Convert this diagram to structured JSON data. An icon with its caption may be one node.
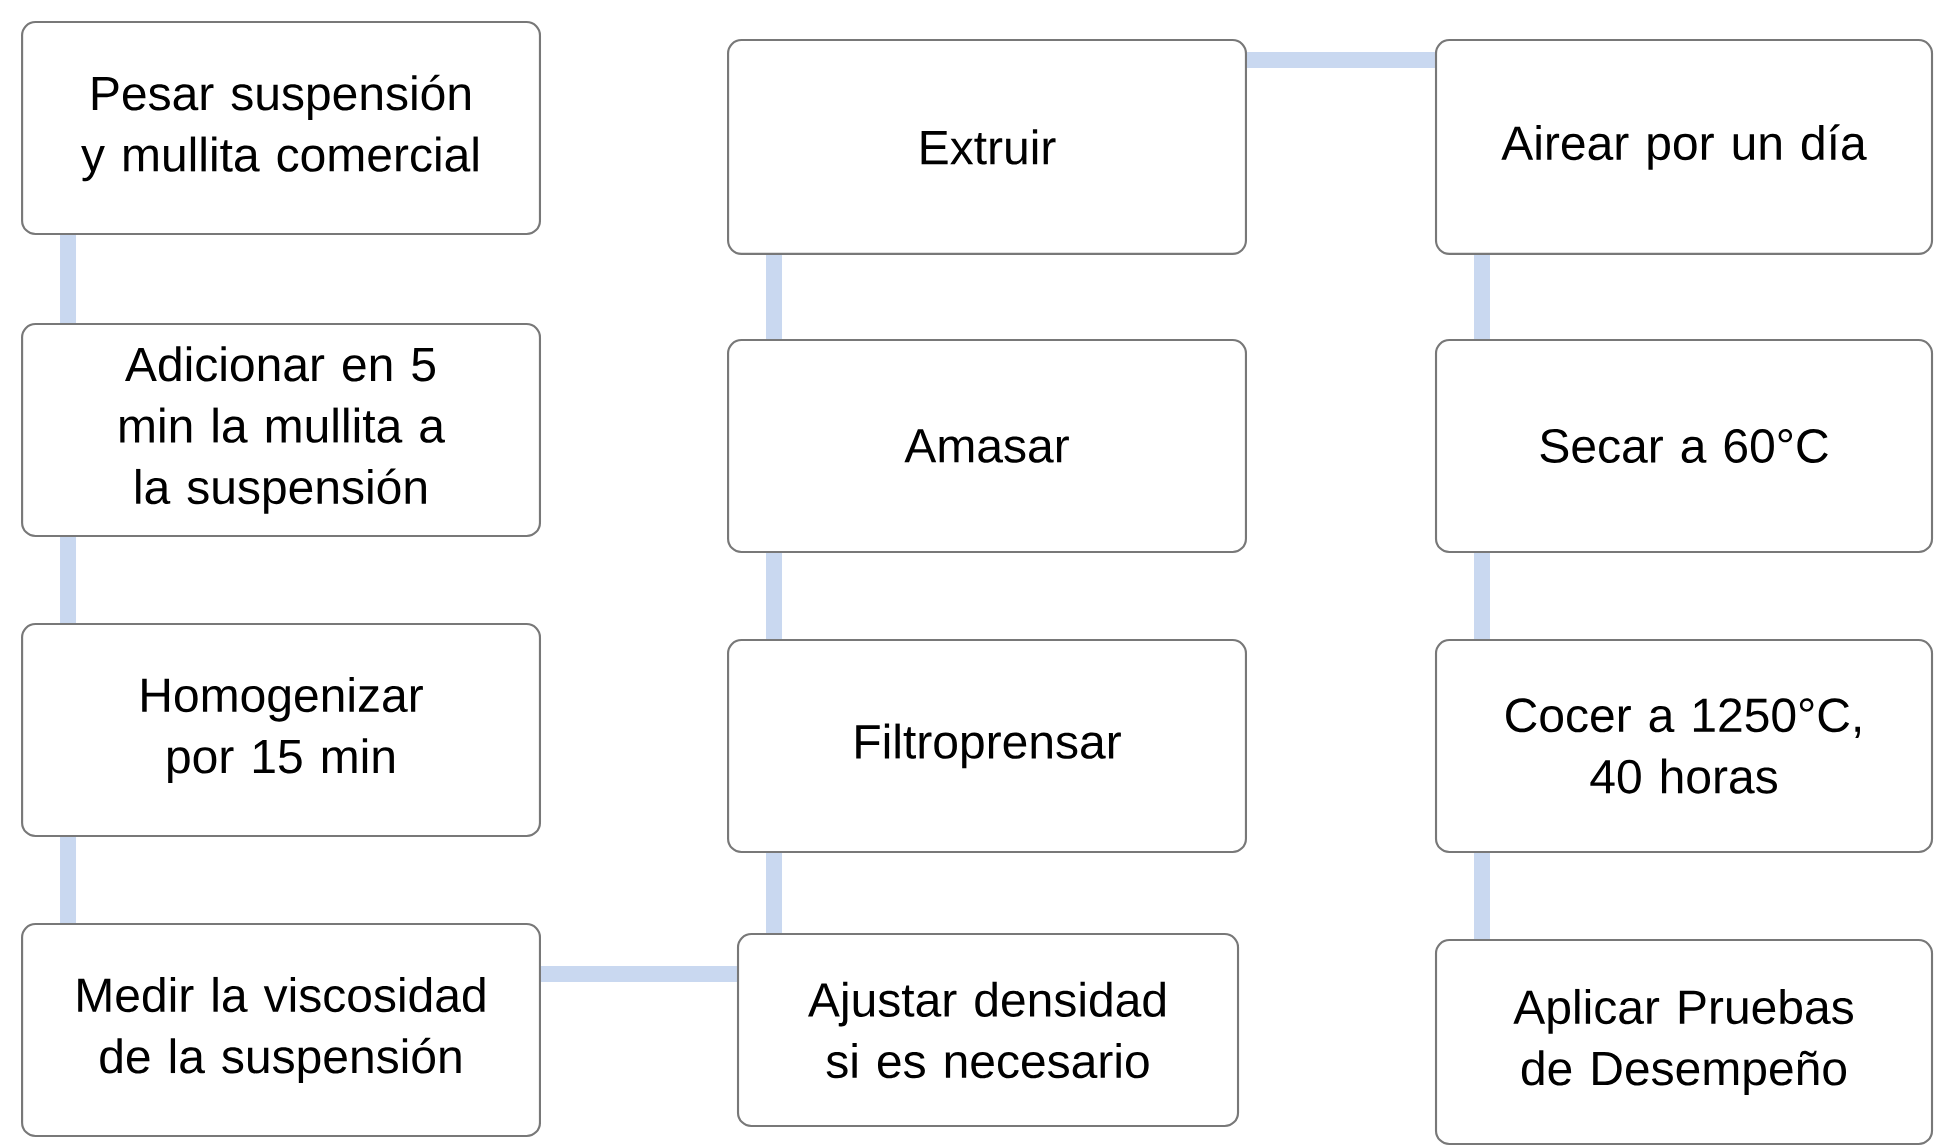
{
  "diagram": {
    "nodes": [
      {
        "text": [
          "Pesar suspensión y mullita comercial"
        ]
      },
      {
        "text": [
          "Adicionar en 5 min la mullita a la suspensión"
        ]
      },
      {
        "text": [
          "Homogenizar por 15 min"
        ]
      },
      {
        "text": [
          "Medir la viscosidad de la suspensión"
        ]
      },
      {
        "text": [
          "Extruir"
        ]
      },
      {
        "text": [
          "Amasar"
        ]
      },
      {
        "text": [
          "Filtroprensar"
        ]
      },
      {
        "text": [
          "Ajustar densidad si es necesario"
        ]
      },
      {
        "text": [
          "Airear por un día"
        ]
      },
      {
        "text": [
          "Secar a 60°C"
        ]
      },
      {
        "text": [
          "Cocer a 1250°C, 40 horas"
        ]
      },
      {
        "text": [
          "Aplicar Pruebas de Desempeño"
        ]
      }
    ],
    "edges": [
      {
        "from": 0,
        "to": 1,
        "arrow": "none"
      },
      {
        "from": 1,
        "to": 2,
        "arrow": "none"
      },
      {
        "from": 2,
        "to": 3,
        "arrow": "none"
      },
      {
        "from": 3,
        "to": 7,
        "arrow": "none"
      },
      {
        "from": 7,
        "to": 6,
        "arrow": "none"
      },
      {
        "from": 6,
        "to": 5,
        "arrow": "none"
      },
      {
        "from": 5,
        "to": 4,
        "arrow": "none"
      },
      {
        "from": 4,
        "to": 8,
        "arrow": "none"
      },
      {
        "from": 8,
        "to": 9,
        "arrow": "none"
      },
      {
        "from": 9,
        "to": 10,
        "arrow": "none"
      },
      {
        "from": 10,
        "to": 11,
        "arrow": "none"
      }
    ]
  }
}
